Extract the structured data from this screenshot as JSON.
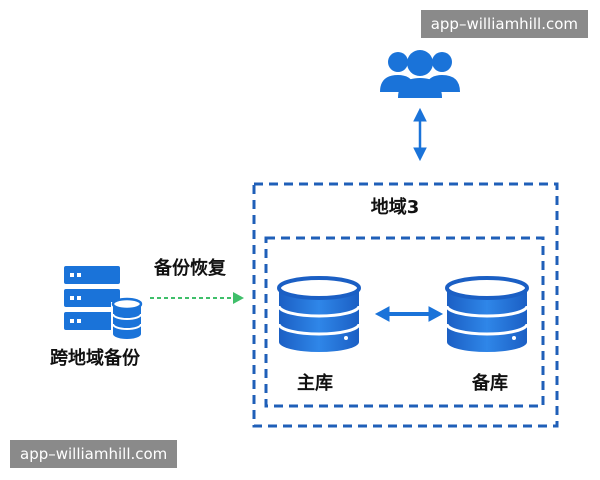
{
  "colors": {
    "primary_blue": "#1a73d9",
    "mid_blue": "#2b6fc8",
    "light_blue": "#d8e8fb",
    "border_blue": "#1f5fb8",
    "green": "#3fbf6a",
    "text": "#111111",
    "watermark_bg": "#8a8a8a"
  },
  "icons": {
    "users": "users-group-icon",
    "backup_server": "server-with-database-icon",
    "primary_db": "database-cylinder-icon",
    "standby_db": "database-cylinder-icon"
  },
  "diagram": {
    "region_label": "地域3",
    "backup_restore_label": "备份恢复",
    "cross_region_backup_label": "跨地域备份",
    "primary_label": "主库",
    "standby_label": "备库"
  },
  "watermarks": {
    "top": "app­–­williamhill.com",
    "bottom": "app­–­williamhill.com"
  }
}
